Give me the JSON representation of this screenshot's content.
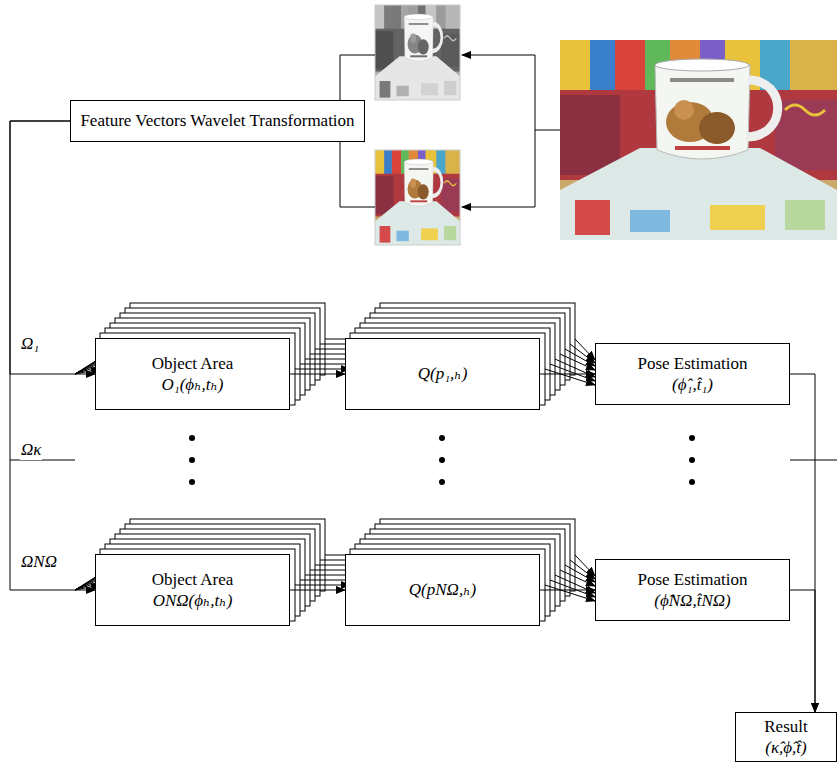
{
  "diagram": {
    "nodes": [
      {
        "text": [
          "Feature Vectors Wavelet Transformation"
        ]
      },
      {
        "text": [
          "Object Area",
          "O₁(ϕₕ,tₕ)"
        ]
      },
      {
        "text": [
          "Q(p₁,ₕ)"
        ]
      },
      {
        "text": [
          "Pose Estimation",
          "(ϕ̂₁,t̂₁)"
        ]
      },
      {
        "text": [
          "Object Area",
          "ONΩ(ϕₕ,tₕ)"
        ]
      },
      {
        "text": [
          "Q(pNΩ,ₕ)"
        ]
      },
      {
        "text": [
          "Pose Estimation",
          "(ϕ̂NΩ,t̂NΩ)"
        ]
      },
      {
        "text": [
          "Result",
          "(κ̂,ϕ̂,t̂)"
        ]
      }
    ],
    "edges": [
      {
        "from": 0,
        "to": 1,
        "arrow": "to"
      },
      {
        "from": 0,
        "to": 4,
        "arrow": "to"
      },
      {
        "from": 1,
        "to": 2,
        "arrow": "to"
      },
      {
        "from": 2,
        "to": 3,
        "arrow": "to"
      },
      {
        "from": 4,
        "to": 5,
        "arrow": "to"
      },
      {
        "from": 5,
        "to": 6,
        "arrow": "to"
      },
      {
        "from": 3,
        "to": 7,
        "arrow": "to"
      },
      {
        "from": 6,
        "to": 7,
        "arrow": "to"
      }
    ],
    "labels": [
      "Ω₁",
      "Ωκ",
      "ΩNΩ"
    ]
  }
}
